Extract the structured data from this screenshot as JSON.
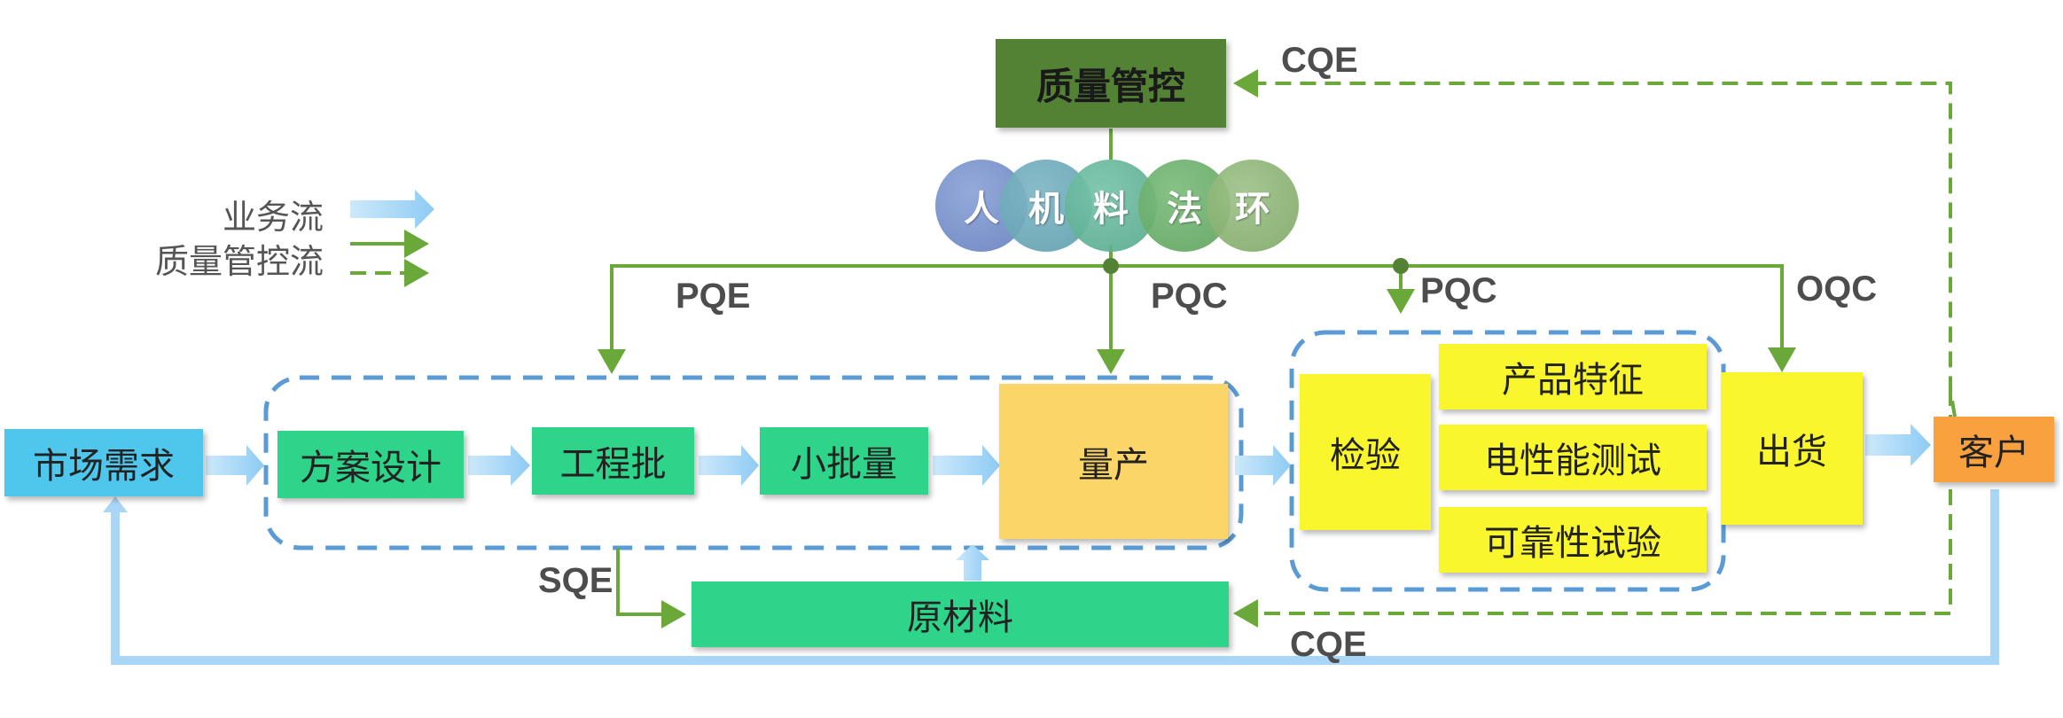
{
  "title_box": "质量管控",
  "factors": [
    "人",
    "机",
    "料",
    "法",
    "环"
  ],
  "legend": {
    "business_flow": "业务流",
    "quality_flow": "质量管控流"
  },
  "process": {
    "market_demand": "市场需求",
    "design": "方案设计",
    "engineering_batch": "工程批",
    "small_batch": "小批量",
    "mass_production": "量产",
    "inspection": "检验",
    "product_features": "产品特征",
    "electrical_test": "电性能测试",
    "reliability_test": "可靠性试验",
    "shipment": "出货",
    "customer": "客户",
    "raw_material": "原材料"
  },
  "labels": {
    "cqe_top": "CQE",
    "cqe_bottom": "CQE",
    "pqe": "PQE",
    "pqc_left": "PQC",
    "pqc_right": "PQC",
    "oqc": "OQC",
    "sqe": "SQE"
  },
  "colors": {
    "quality_green": "#6aa83a",
    "business_blue": "#a9d6f7",
    "dashed_group": "#5b9bd5",
    "title_box": "#548235",
    "process_green": "#2ed48a",
    "mass_production": "#fbd567",
    "test_yellow": "#f9f62e",
    "market_demand": "#4fc6ec",
    "customer": "#f9a03f"
  },
  "icons": {
    "business_flow_arrow": "light-blue-block-arrow",
    "quality_flow_arrow": "green-solid-arrow",
    "quality_flow_dashed_arrow": "green-dashed-arrow"
  }
}
